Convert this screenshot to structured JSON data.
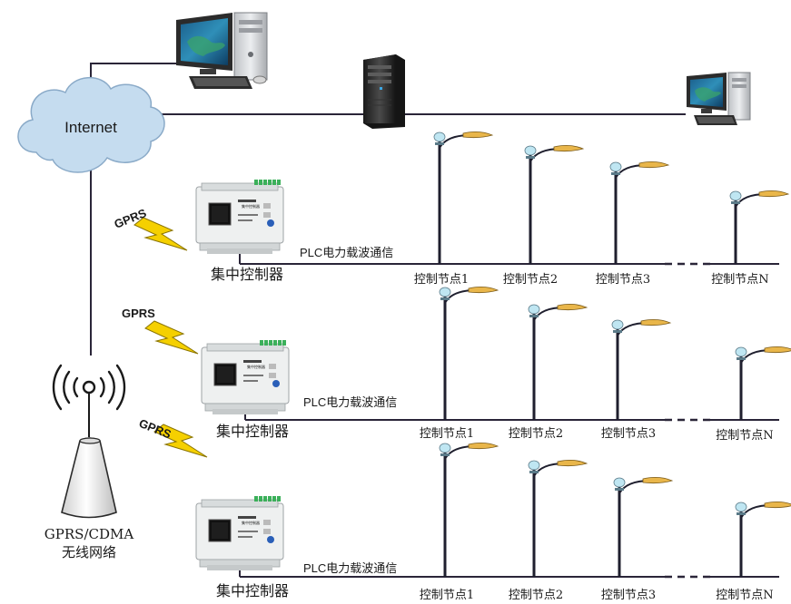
{
  "internet_label": "Internet",
  "network_label_line1": "GPRS/CDMA",
  "network_label_line2": "无线网络",
  "gprs_label": "GPRS",
  "plc_label": "PLC电力载波通信",
  "concentrator_label": "集中控制器",
  "device_small_text": "集中控制器",
  "node_labels": [
    "控制节点1",
    "控制节点2",
    "控制节点3",
    "控制节点N"
  ],
  "colors": {
    "line": "#2a2538",
    "cloud_fill": "#c5dcef",
    "cloud_stroke": "#8aaac8",
    "bolt_fill": "#f5d000",
    "bolt_stroke": "#8a7400",
    "pole": "#1f1f2e",
    "lamp_head": "#e9b64a",
    "lamp_globe": "#bfe6f2"
  }
}
